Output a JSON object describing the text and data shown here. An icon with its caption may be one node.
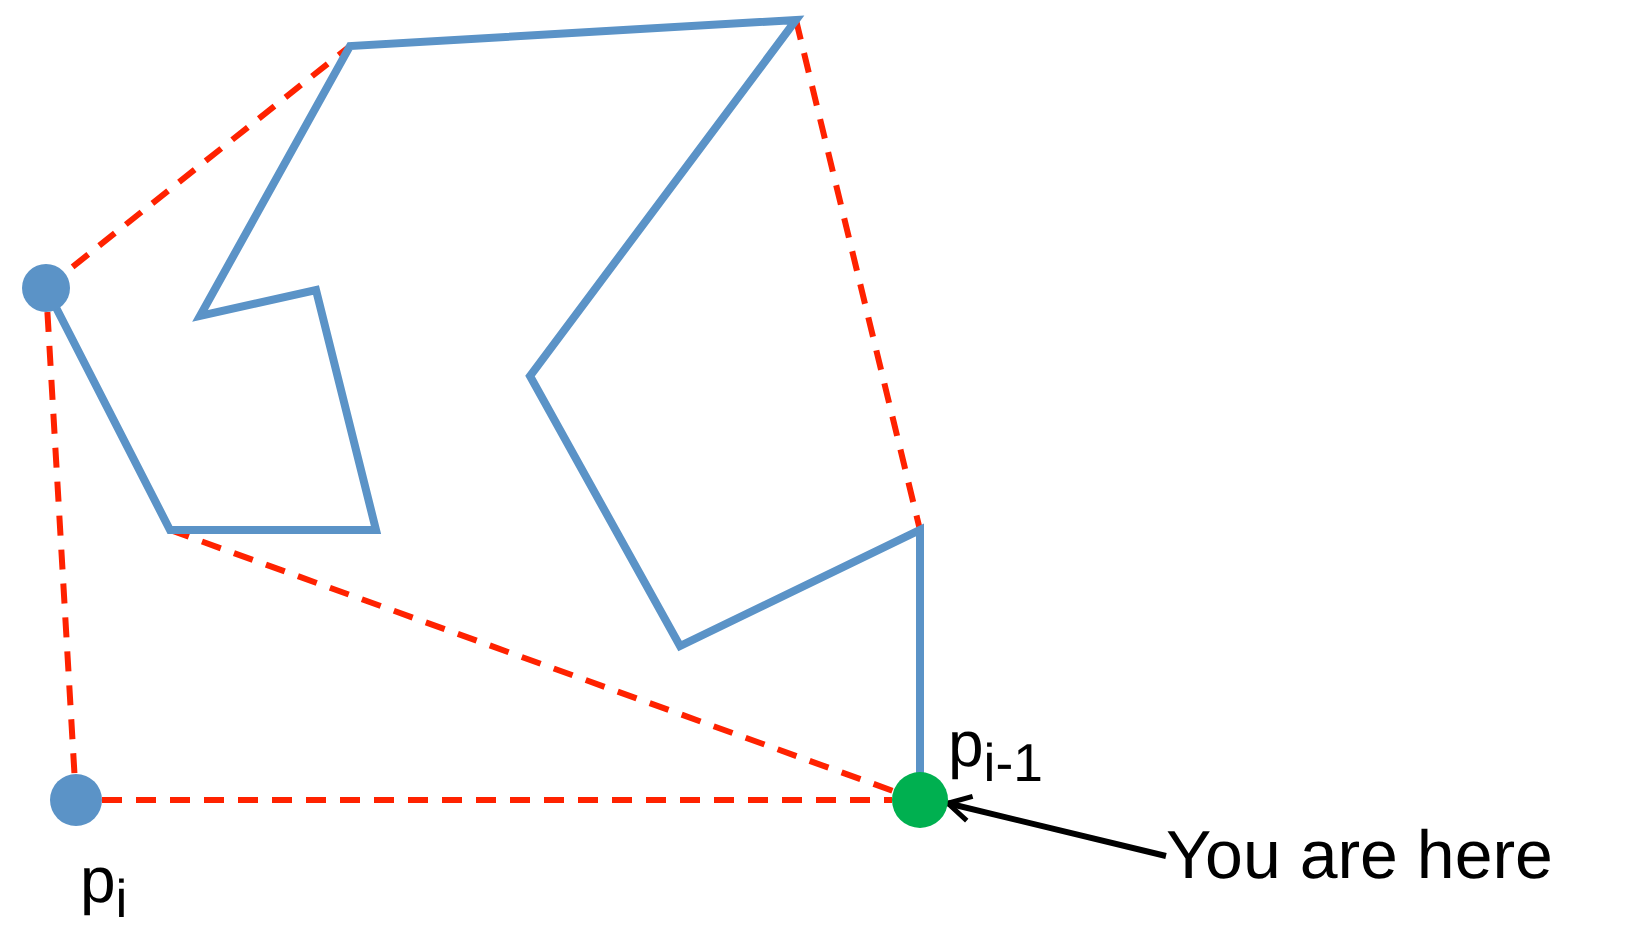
{
  "diagram": {
    "nodes": [
      {
        "text": [],
        "shape": "circle"
      },
      {
        "text": [],
        "shape": "circle",
        "beside": [
          "p$_{i}$"
        ]
      },
      {
        "text": [],
        "shape": "circle",
        "beside": [
          "p$_{i-1}$"
        ]
      },
      {
        "text": [
          "You are here"
        ]
      }
    ],
    "edges": [
      {
        "from": 0,
        "to": 1,
        "arrow": "none",
        "style": "dashed",
        "color": "#ff2200"
      },
      {
        "from": 1,
        "to": 2,
        "arrow": "none",
        "style": "dashed",
        "color": "#ff2200"
      },
      {
        "from": 3,
        "to": 2,
        "arrow": "to",
        "color": "#000000"
      }
    ]
  }
}
